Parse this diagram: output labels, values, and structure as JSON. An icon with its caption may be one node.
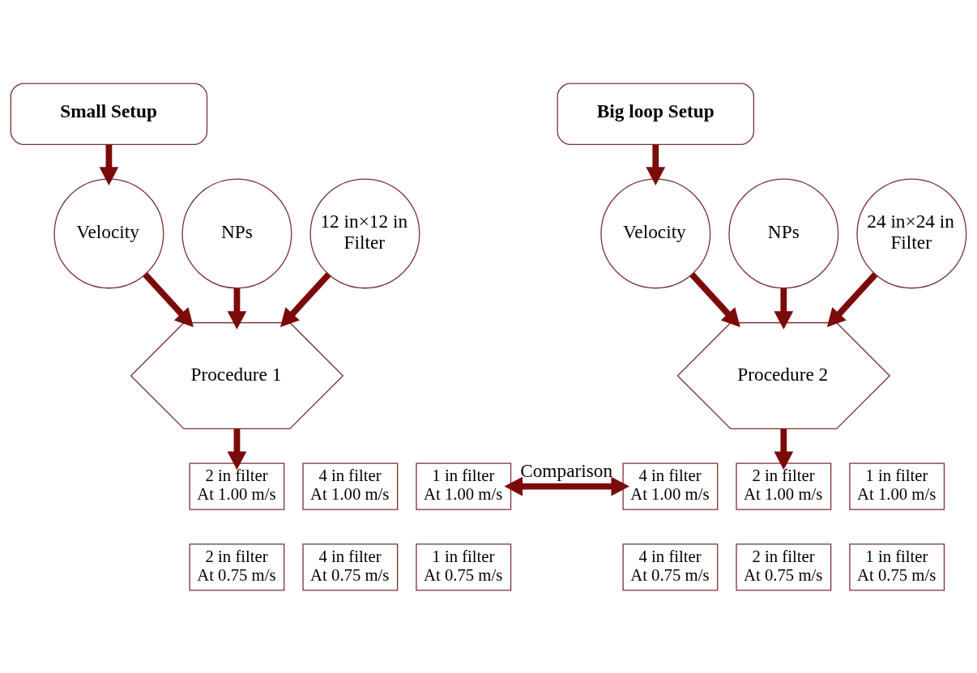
{
  "diagram": {
    "nodes": [
      {
        "text": [
          "Small Setup"
        ]
      },
      {
        "text": [
          "NPs"
        ]
      },
      {
        "text": [
          "Velocity"
        ]
      },
      {
        "text": [
          "12 in×12 in Filter"
        ]
      },
      {
        "text": [
          "Procedure 1"
        ]
      },
      {
        "text": [
          "4 in filter At 1.00 m/s"
        ]
      },
      {
        "text": [
          "2 in filter At 1.00 m/s"
        ]
      },
      {
        "text": [
          "1 in filter At 1.00 m/s"
        ]
      },
      {
        "text": [
          "4 in filter At 0.75 m/s"
        ]
      },
      {
        "text": [
          "2 in filter At 0.75 m/s"
        ]
      },
      {
        "text": [
          "1 in filter At 0.75 m/s"
        ]
      },
      {
        "text": [
          "Big loop Setup"
        ]
      },
      {
        "text": [
          "NPs"
        ]
      },
      {
        "text": [
          "Velocity"
        ]
      },
      {
        "text": [
          "24 in×24 in Filter"
        ]
      },
      {
        "text": [
          "Procedure 2"
        ]
      },
      {
        "text": [
          "4 in filter At 1.00 m/s"
        ]
      },
      {
        "text": [
          "2 in filter At 1.00 m/s"
        ]
      },
      {
        "text": [
          "1 in filter At 1.00 m/s"
        ]
      },
      {
        "text": [
          "4 in filter At 0.75 m/s"
        ]
      },
      {
        "text": [
          "2 in filter At 0.75 m/s"
        ]
      },
      {
        "text": [
          "1 in filter At 0.75 m/s"
        ]
      }
    ],
    "edges": [
      {
        "from": 0,
        "to": 2,
        "arrow": "to"
      },
      {
        "from": 1,
        "to": 4,
        "arrow": "to"
      },
      {
        "from": 2,
        "to": 4,
        "arrow": "to"
      },
      {
        "from": 3,
        "to": 4,
        "arrow": "to"
      },
      {
        "from": 4,
        "to": 6,
        "arrow": "to"
      },
      {
        "from": 11,
        "to": 13,
        "arrow": "to"
      },
      {
        "from": 12,
        "to": 15,
        "arrow": "to"
      },
      {
        "from": 13,
        "to": 15,
        "arrow": "to"
      },
      {
        "from": 14,
        "to": 15,
        "arrow": "to"
      },
      {
        "from": 15,
        "to": 17,
        "arrow": "to"
      },
      {
        "from": 7,
        "to": 16,
        "arrow": "both",
        "label": "Comparison"
      }
    ]
  }
}
